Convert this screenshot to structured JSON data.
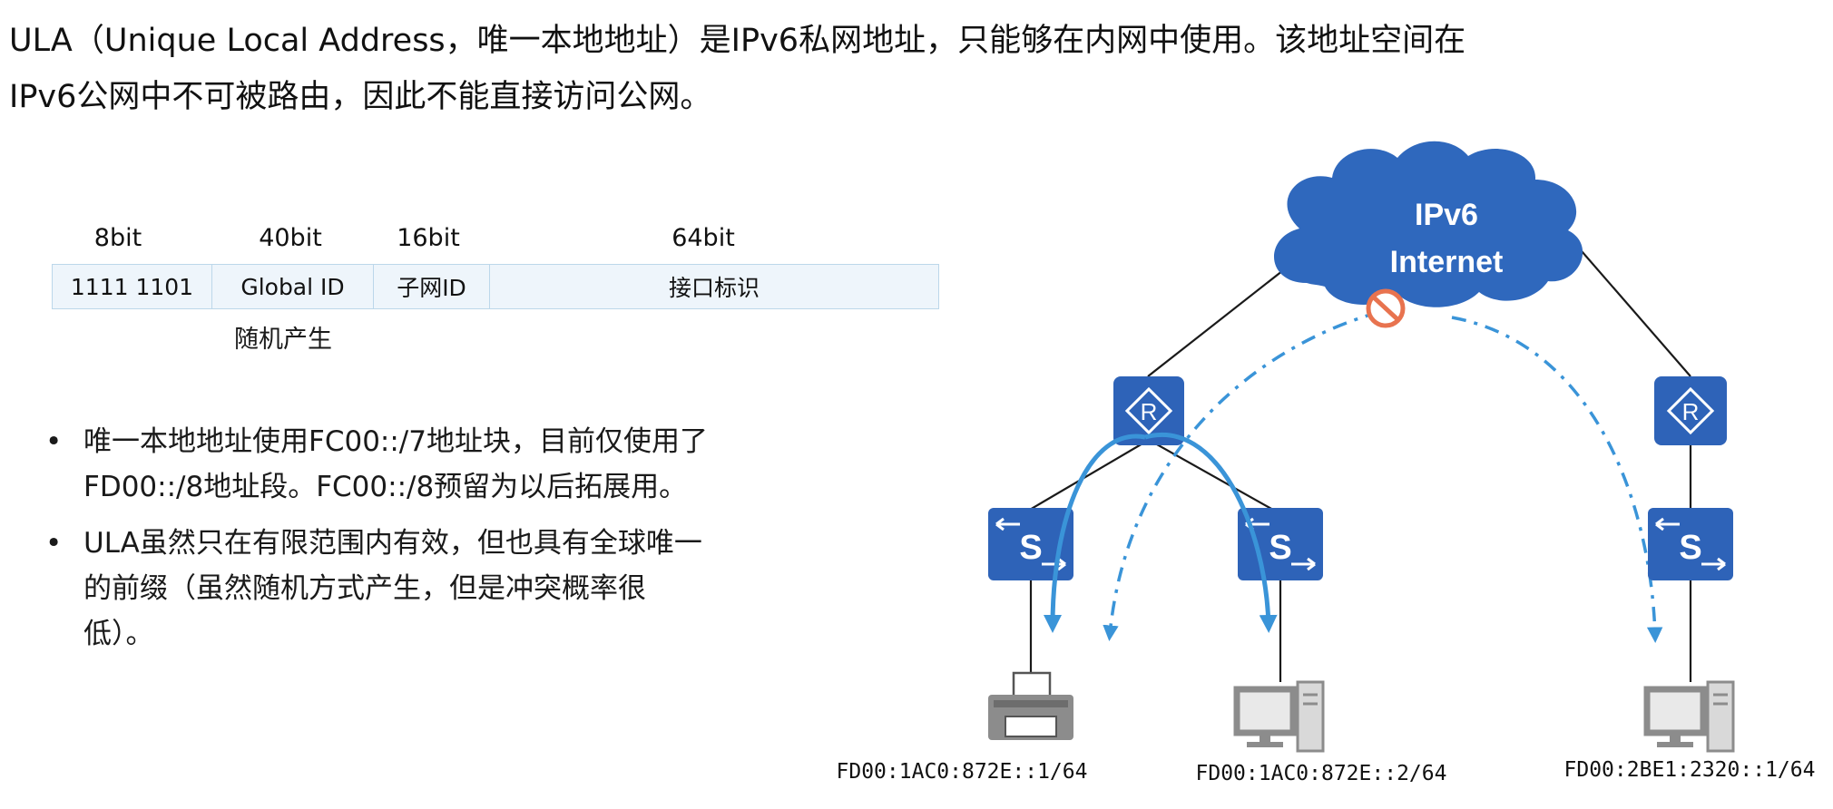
{
  "intro": {
    "line1": "ULA（Unique Local Address，唯一本地地址）是IPv6私网地址，只能够在内网中使用。该地址空间在",
    "line2": "IPv6公网中不可被路由，因此不能直接访问公网。"
  },
  "format": {
    "bits": [
      "8bit",
      "40bit",
      "16bit",
      "64bit"
    ],
    "fields": [
      "1111 1101",
      "Global ID",
      "子网ID",
      "接口标识"
    ],
    "note": "随机产生"
  },
  "bullets": [
    {
      "line1": "唯一本地地址使用FC00::/7地址块，目前仅使用了",
      "line2": "FD00::/8地址段。FC00::/8预留为以后拓展用。"
    },
    {
      "line1": "ULA虽然只在有限范围内有效，但也具有全球唯一",
      "line2": "的前缀（虽然随机方式产生，但是冲突概率很",
      "line3": "低）。"
    }
  ],
  "bullet_symbol": "•",
  "cloud": {
    "line1": "IPv6",
    "line2": "Internet"
  },
  "router_label": "R",
  "switch_label": "S",
  "addresses": [
    "FD00:1AC0:872E::1/64",
    "FD00:1AC0:872E::2/64",
    "FD00:2BE1:2320::1/64"
  ],
  "colors": {
    "device": "#2e63b8",
    "cloud": "#2f68bd",
    "arrow": "#3a94d8",
    "block": "#e8734f",
    "table_bg": "#eef5fb"
  }
}
